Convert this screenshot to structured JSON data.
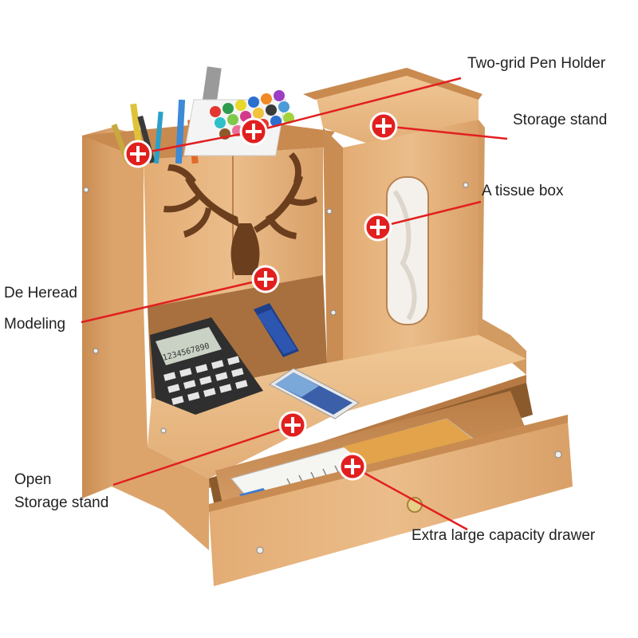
{
  "callouts": {
    "pen_holder": "Two-grid Pen Holder",
    "storage_stand_top": "Storage stand",
    "tissue_box": "A tissue box",
    "deer_head_line1": "De Heread",
    "deer_head_line2": "Modeling",
    "open_storage_line1": "Open",
    "open_storage_line2": "Storage stand",
    "drawer": "Extra large capacity drawer"
  },
  "calculator": {
    "display": "1234567890"
  },
  "colors": {
    "callout_line": "#e21f1f",
    "marker_fill": "#e21f1f",
    "wood_light": "#e8b784",
    "wood_mid": "#d49a62",
    "wood_dark": "#a86c3c"
  },
  "icons": {
    "marker": "plus-circle-icon"
  }
}
